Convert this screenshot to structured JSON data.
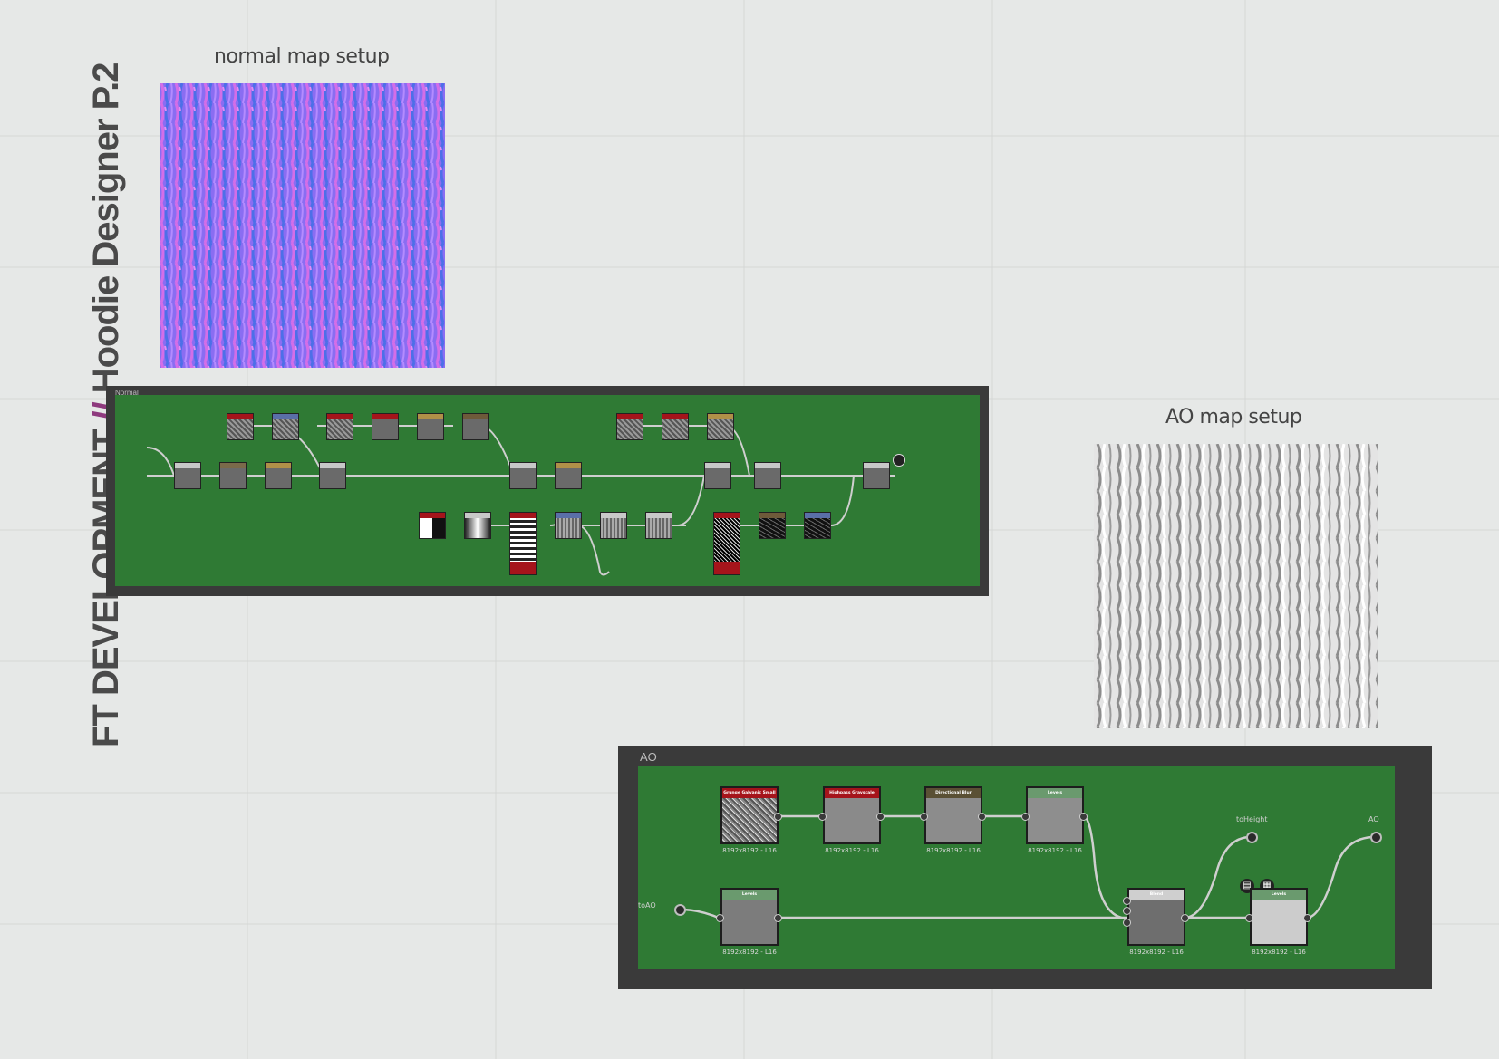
{
  "page": {
    "title_left": "FT DEVELOPMENT",
    "title_sep": "//",
    "title_right": "Hoodie Designer P.2"
  },
  "normal_section": {
    "caption": "normal map setup",
    "panel_label": "Normal"
  },
  "ao_section": {
    "caption": "AO map setup",
    "panel_label": "AO",
    "nodes": {
      "grunge": {
        "title": "Grunge Galvanic Small",
        "res": "8192x8192 - L16"
      },
      "highpass": {
        "title": "Highpass Grayscale",
        "res": "8192x8192 - L16"
      },
      "dirblur": {
        "title": "Directional Blur",
        "res": "8192x8192 - L16"
      },
      "levels1": {
        "title": "Levels",
        "res": "8192x8192 - L16"
      },
      "levels2": {
        "title": "Levels",
        "res": "8192x8192 - L16"
      },
      "blend": {
        "title": "Blend",
        "res": "8192x8192 - L16"
      },
      "levels3": {
        "title": "Levels",
        "res": "8192x8192 - L16"
      }
    },
    "input_label": "toAO",
    "output_height": "toHeight",
    "output_ao": "AO"
  },
  "colors": {
    "background": "#e6e8e7",
    "graph_green": "#2f7a34",
    "panel_dark": "#3a3a3a",
    "accent_purple": "#8e3a7e",
    "header_red": "#a5141b",
    "header_olive": "#5a5034",
    "header_green": "#6a9a6e"
  }
}
